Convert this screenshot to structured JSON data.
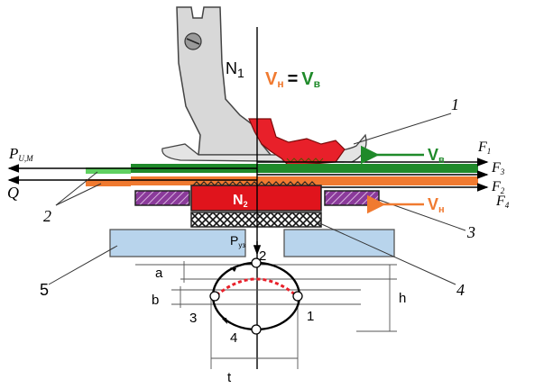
{
  "formula": {
    "left": "V",
    "left_sub": "н",
    "eq": "=",
    "right": "V",
    "right_sub": "в"
  },
  "labels": {
    "n1": "N",
    "n1_sub": "1",
    "n2": "N",
    "n2_sub": "2",
    "p_um": "P",
    "p_um_sub": "U,M",
    "q": "Q",
    "p_uz": "P",
    "p_uz_sub": "уз",
    "f1": "F",
    "f1_sub": "1",
    "f2": "F",
    "f2_sub": "2",
    "f3": "F",
    "f3_sub": "3",
    "f4": "F",
    "f4_sub": "4",
    "vb": "V",
    "vb_sub": "в",
    "vh": "V",
    "vh_sub": "н"
  },
  "callouts": {
    "c1": "1",
    "c2": "2",
    "c3": "3",
    "c4": "4",
    "c5": "5"
  },
  "cycle_points": {
    "p1": "1",
    "p2": "2",
    "p3": "3",
    "p4": "4"
  },
  "dimensions": {
    "a": "a",
    "b": "b",
    "h": "h",
    "t": "t"
  },
  "colors": {
    "foot": "#d0d0d0",
    "claw": "#e8202a",
    "green_layer": "#1f8a2a",
    "light_green": "#60d060",
    "orange_layer": "#f07a30",
    "needle_plate": "#e0141c",
    "hatch": "#8a3a9a",
    "plate_blue": "#b8d4ec",
    "orange_text": "#f07a30",
    "green_text": "#1f8a2a"
  }
}
